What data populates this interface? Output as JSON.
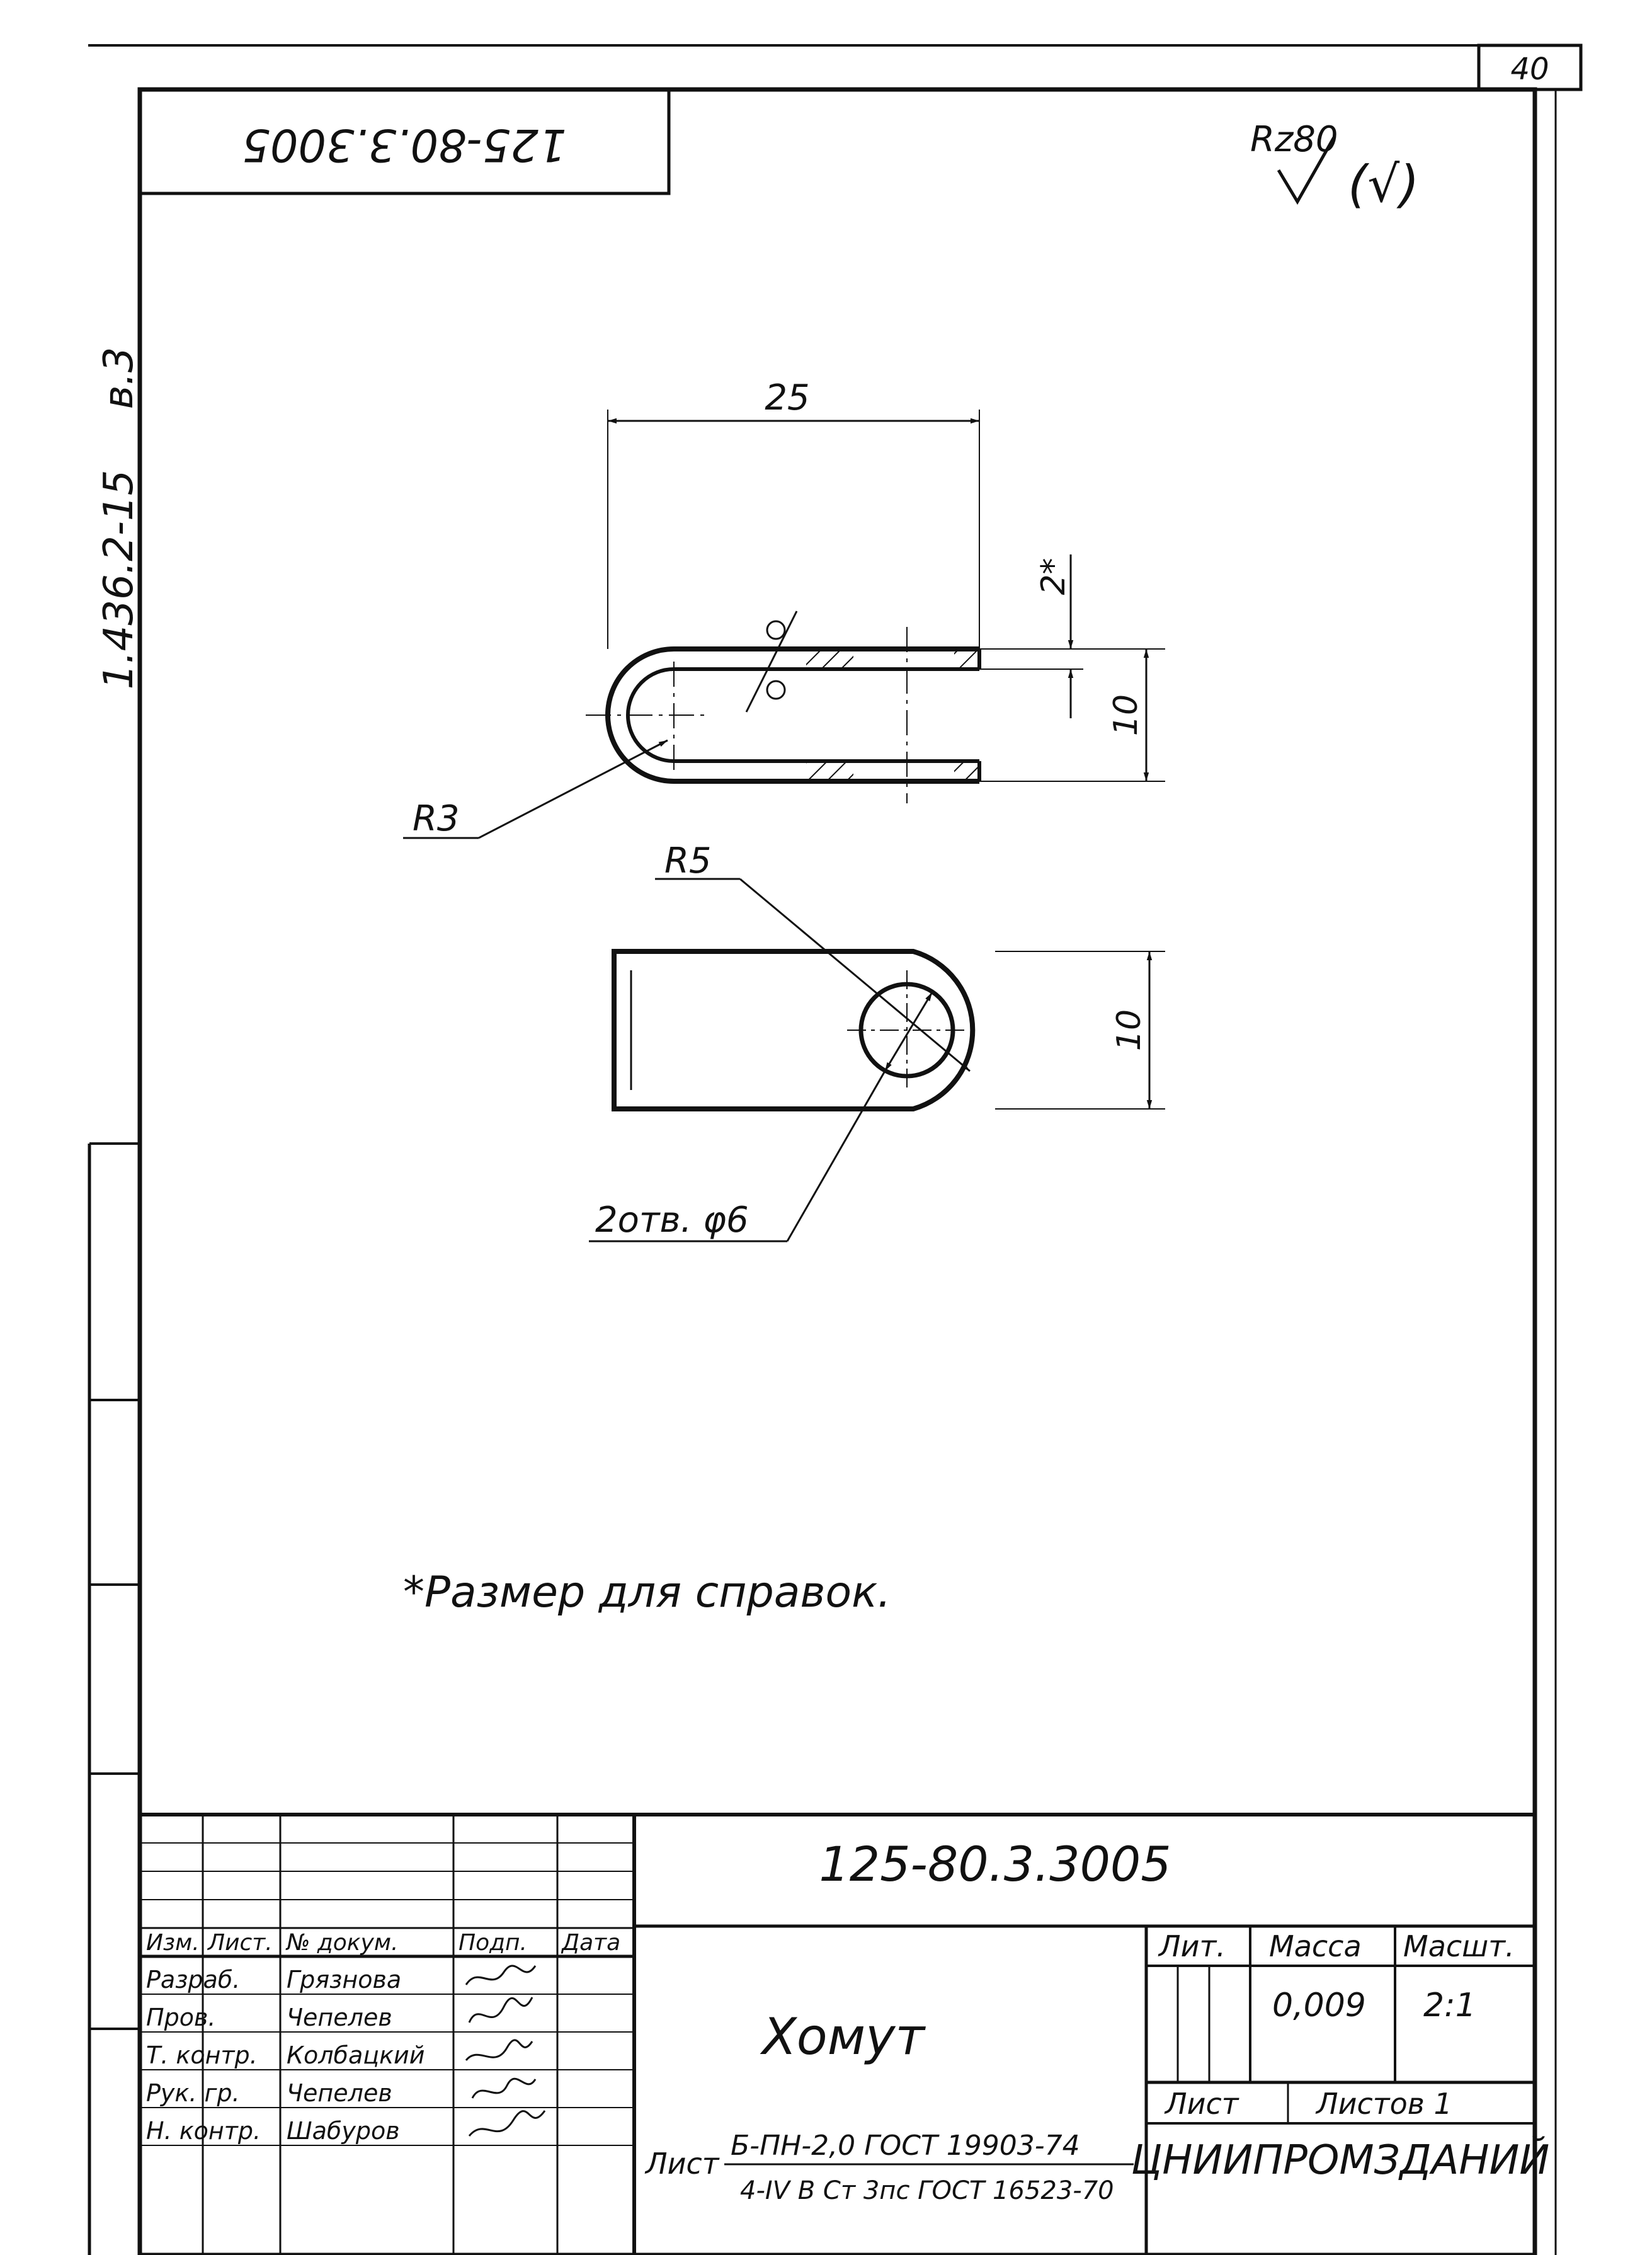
{
  "sheet_number": "40",
  "rotated_code": "125-80.3.3005",
  "roughness": {
    "general": "Rz80",
    "bracket": "(√)"
  },
  "side_code": {
    "series": "1.436.2-15",
    "issue": "в.3"
  },
  "dimensions": {
    "width": "25",
    "thickness": "2*",
    "height_top": "10",
    "radius_bend": "R3",
    "radius_end": "R5",
    "height_bottom": "10",
    "holes": "2отв. φ6"
  },
  "note": "*Размер для справок.",
  "title_block": {
    "doc_code": "125-80.3.3005",
    "name": "Хомут",
    "headers": {
      "izm": "Изм.",
      "list": "Лист.",
      "doc_no": "№ докум.",
      "sign": "Подп.",
      "date": "Дата"
    },
    "roles": [
      {
        "role": "Разраб.",
        "person": "Грязнова"
      },
      {
        "role": "Пров.",
        "person": "Чепелев"
      },
      {
        "role": "Т. контр.",
        "person": "Колбацкий"
      },
      {
        "role": "Рук. гр.",
        "person": "Чепелев"
      },
      {
        "role": "Н. контр.",
        "person": "Шабуров"
      }
    ],
    "lit_label": "Лит.",
    "mass_label": "Масса",
    "scale_label": "Масшт.",
    "mass": "0,009",
    "scale": "2:1",
    "sheet_label": "Лист",
    "sheets_label": "Листов 1",
    "material_prefix": "Лист",
    "material_line1": "Б-ПН-2,0 ГОСТ 19903-74",
    "material_line2": "4-IV В Ст 3пс ГОСТ 16523-70",
    "organization": "ЦНИИПРОМЗДАНИЙ"
  }
}
